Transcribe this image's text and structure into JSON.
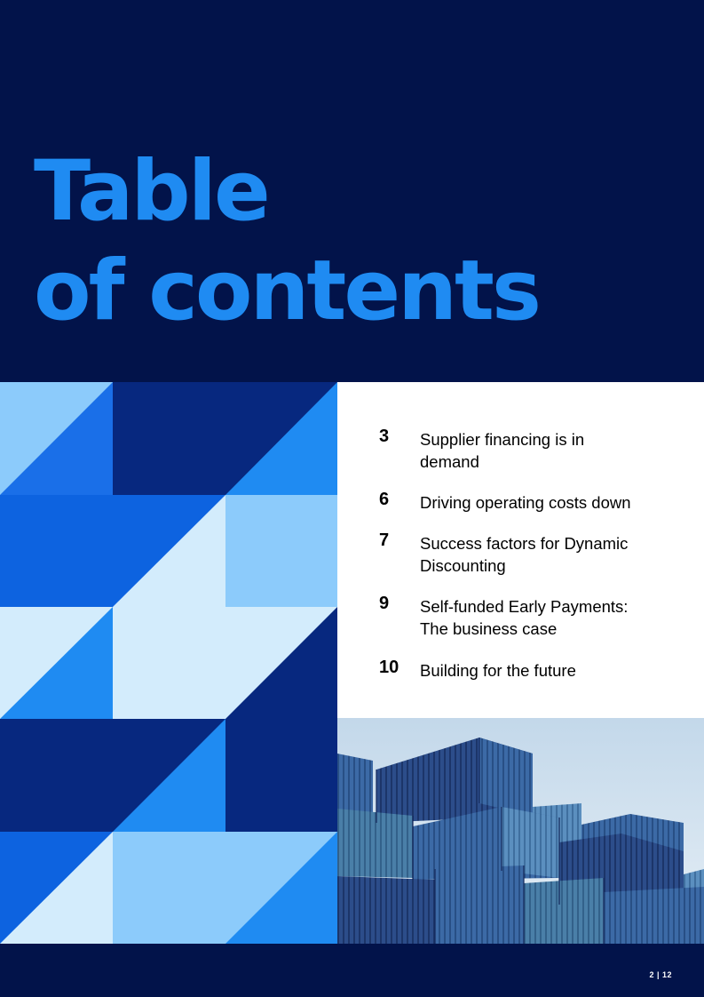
{
  "title": {
    "line1": "Table",
    "line2": "of contents"
  },
  "toc": [
    {
      "num": "3",
      "line1": "Supplier financing is in",
      "line2": "demand"
    },
    {
      "num": "6",
      "line1": "Driving operating costs down",
      "line2": ""
    },
    {
      "num": "7",
      "line1": "Success factors for Dynamic",
      "line2": "Discounting"
    },
    {
      "num": "9",
      "line1": "Self-funded Early Payments:",
      "line2": "The business case"
    },
    {
      "num": "10",
      "line1": "Building for the future",
      "line2": ""
    }
  ],
  "footer": {
    "page_indicator": "2 | 12"
  },
  "colors": {
    "background": "#02134a",
    "title": "#1f8bf2",
    "panel": "#ffffff"
  },
  "illustrations": {
    "mosaic": "geometric-blue-triangle-pattern",
    "photo": "stacked-shipping-containers-photo"
  }
}
